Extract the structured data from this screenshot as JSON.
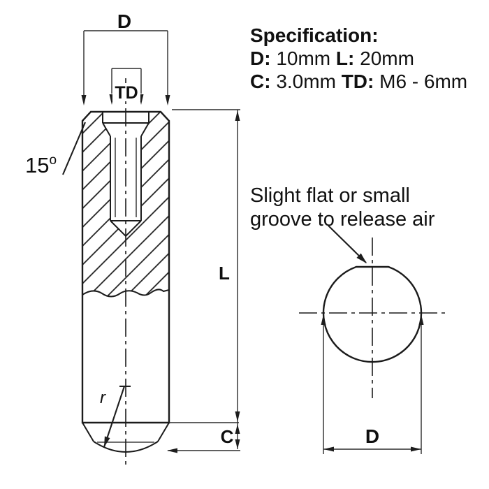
{
  "spec": {
    "title": "Specification:",
    "d_label": "D:",
    "d_value": "10mm",
    "l_label": "L:",
    "l_value": "20mm",
    "c_label": "C:",
    "c_value": "3.0mm",
    "td_label": "TD:",
    "td_value": "M6 - 6mm"
  },
  "annotation": {
    "line1": "Slight flat or small",
    "line2": "groove to release air"
  },
  "labels": {
    "diameter_top": "D",
    "thread_diameter": "TD",
    "length": "L",
    "chamfer": "C",
    "radius": "r",
    "angle_value": "15",
    "angle_unit": "o",
    "diameter_end": "D"
  },
  "colors": {
    "line": "#1b1b1b",
    "dimension_line": "#2b2b2b",
    "background": "#ffffff",
    "text": "#0f0f0f"
  }
}
